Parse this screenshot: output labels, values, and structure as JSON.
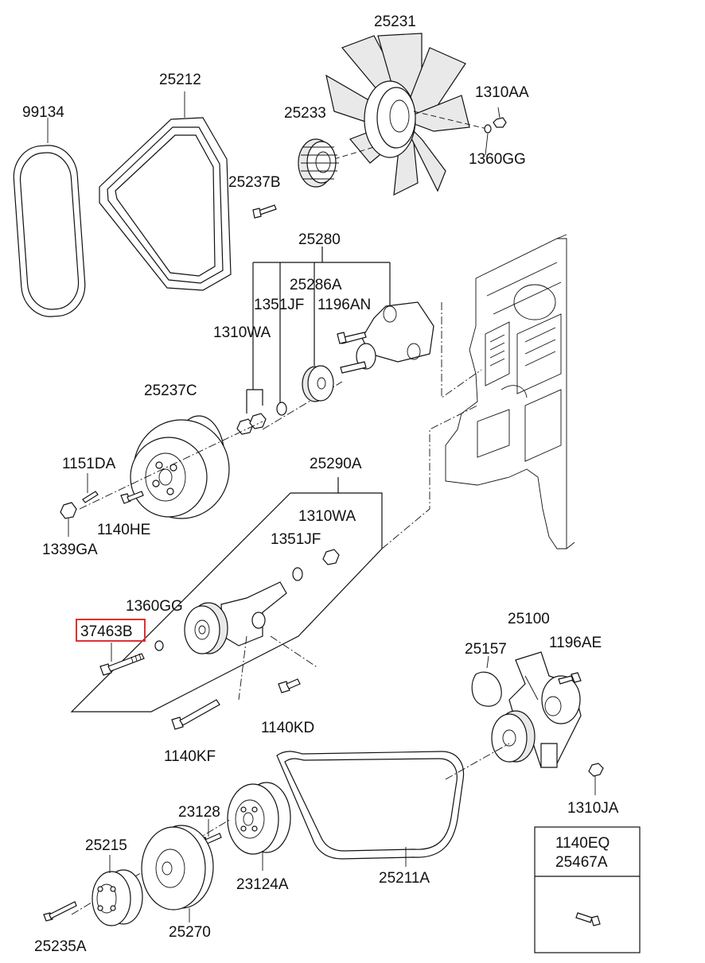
{
  "diagram": {
    "part_numbers": {
      "p25231": "25231",
      "p25212": "25212",
      "p99134": "99134",
      "p25233": "25233",
      "p1310AA": "1310AA",
      "p1360GG_top": "1360GG",
      "p25237B": "25237B",
      "p25280": "25280",
      "p25286A": "25286A",
      "p1351JF_top": "1351JF",
      "p1196AN": "1196AN",
      "p1310WA_top": "1310WA",
      "p25237C": "25237C",
      "p1151DA": "1151DA",
      "p1140HE": "1140HE",
      "p1339GA": "1339GA",
      "p25290A": "25290A",
      "p1310WA_mid": "1310WA",
      "p1351JF_mid": "1351JF",
      "p1360GG_mid": "1360GG",
      "p37463B": "37463B",
      "p1140KD": "1140KD",
      "p1140KF": "1140KF",
      "p25100": "25100",
      "p25157": "25157",
      "p1196AE": "1196AE",
      "p1310JA": "1310JA",
      "p23128": "23128",
      "p25215": "25215",
      "p23124A": "23124A",
      "p25211A": "25211A",
      "p25270": "25270",
      "p25235A": "25235A"
    },
    "inset_box": {
      "line1": "1140EQ",
      "line2": "25467A"
    },
    "highlighted_part": "37463B",
    "highlight_color": "#e03030"
  }
}
